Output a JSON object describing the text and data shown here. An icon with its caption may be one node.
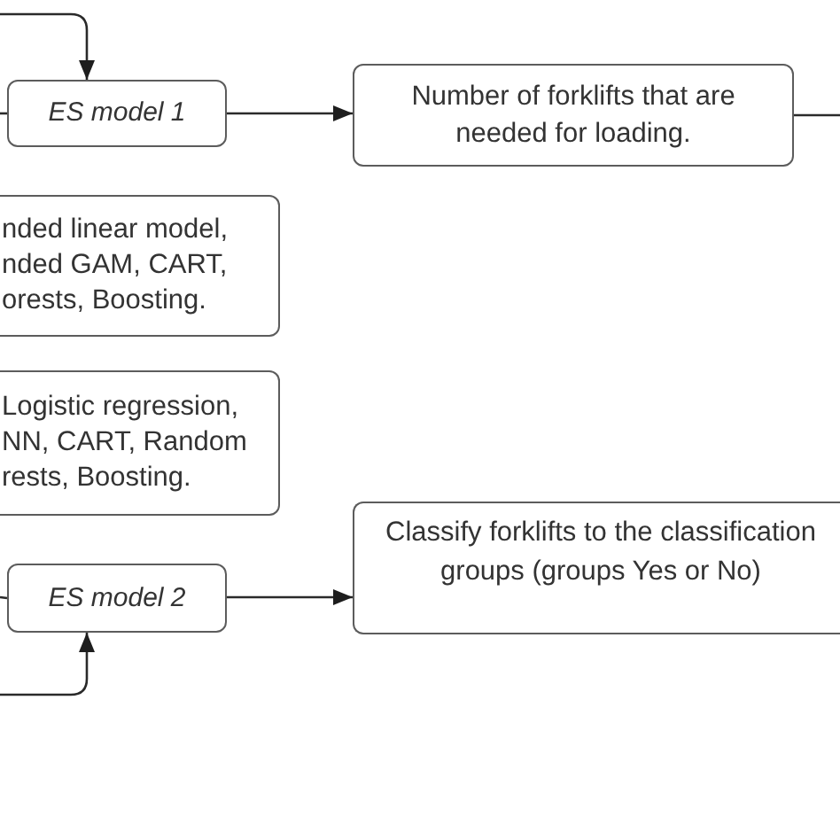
{
  "diagram": {
    "nodes": [
      {
        "text": [
          "ES model 1"
        ]
      },
      {
        "text": [
          "Number of forklifts that are needed for loading."
        ]
      },
      {
        "text": [
          "nded linear model, nded GAM, CART, orests, Boosting."
        ]
      },
      {
        "text": [
          "Logistic regression, NN, CART, Random rests, Boosting."
        ]
      },
      {
        "text": [
          "ES model 2"
        ]
      },
      {
        "text": [
          "Classify forklifts to the classification groups (groups Yes or No)"
        ]
      }
    ],
    "edges": [
      {
        "from": null,
        "to": 0,
        "arrow": "to"
      },
      {
        "from": null,
        "to": 0,
        "arrow": "none"
      },
      {
        "from": 0,
        "to": 1,
        "arrow": "to"
      },
      {
        "from": 1,
        "to": null,
        "arrow": "none"
      },
      {
        "from": 4,
        "to": 5,
        "arrow": "to"
      },
      {
        "from": null,
        "to": 4,
        "arrow": "none"
      },
      {
        "from": null,
        "to": 4,
        "arrow": "to"
      }
    ]
  }
}
